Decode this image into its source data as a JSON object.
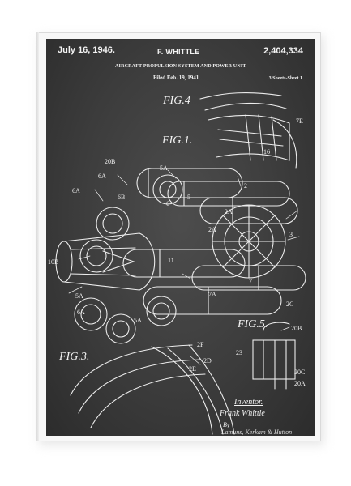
{
  "print": {
    "date": "July 16, 1946.",
    "inventor_header": "F. WHITTLE",
    "patent_number": "2,404,334",
    "subtitle": "AIRCRAFT PROPULSION SYSTEM AND POWER UNIT",
    "filed": "Filed Feb. 19, 1941",
    "sheets": "3 Sheets-Sheet 1",
    "figures": {
      "fig4": "FIG.4",
      "fig1": "FIG.1.",
      "fig5": "FIG.5.",
      "fig3": "FIG.3."
    },
    "inventor_label": "Inventor.",
    "inventor_name": "Frank Whittle",
    "by": "By",
    "signature": "Lamuns, Kerkam & Hutton",
    "part_labels": [
      "20B",
      "6A",
      "5A",
      "5",
      "6B",
      "6",
      "6A",
      "10B",
      "5A",
      "11",
      "6A",
      "2A",
      "2",
      "3",
      "7E",
      "16",
      "20B",
      "23",
      "2F",
      "20C",
      "2D",
      "2E",
      "2C",
      "7",
      "7A",
      "20A",
      "5A",
      "2A"
    ],
    "colors": {
      "board": "#3c3c3c",
      "ink": "#f2f2f2",
      "frame": "#f7f7f7"
    }
  }
}
